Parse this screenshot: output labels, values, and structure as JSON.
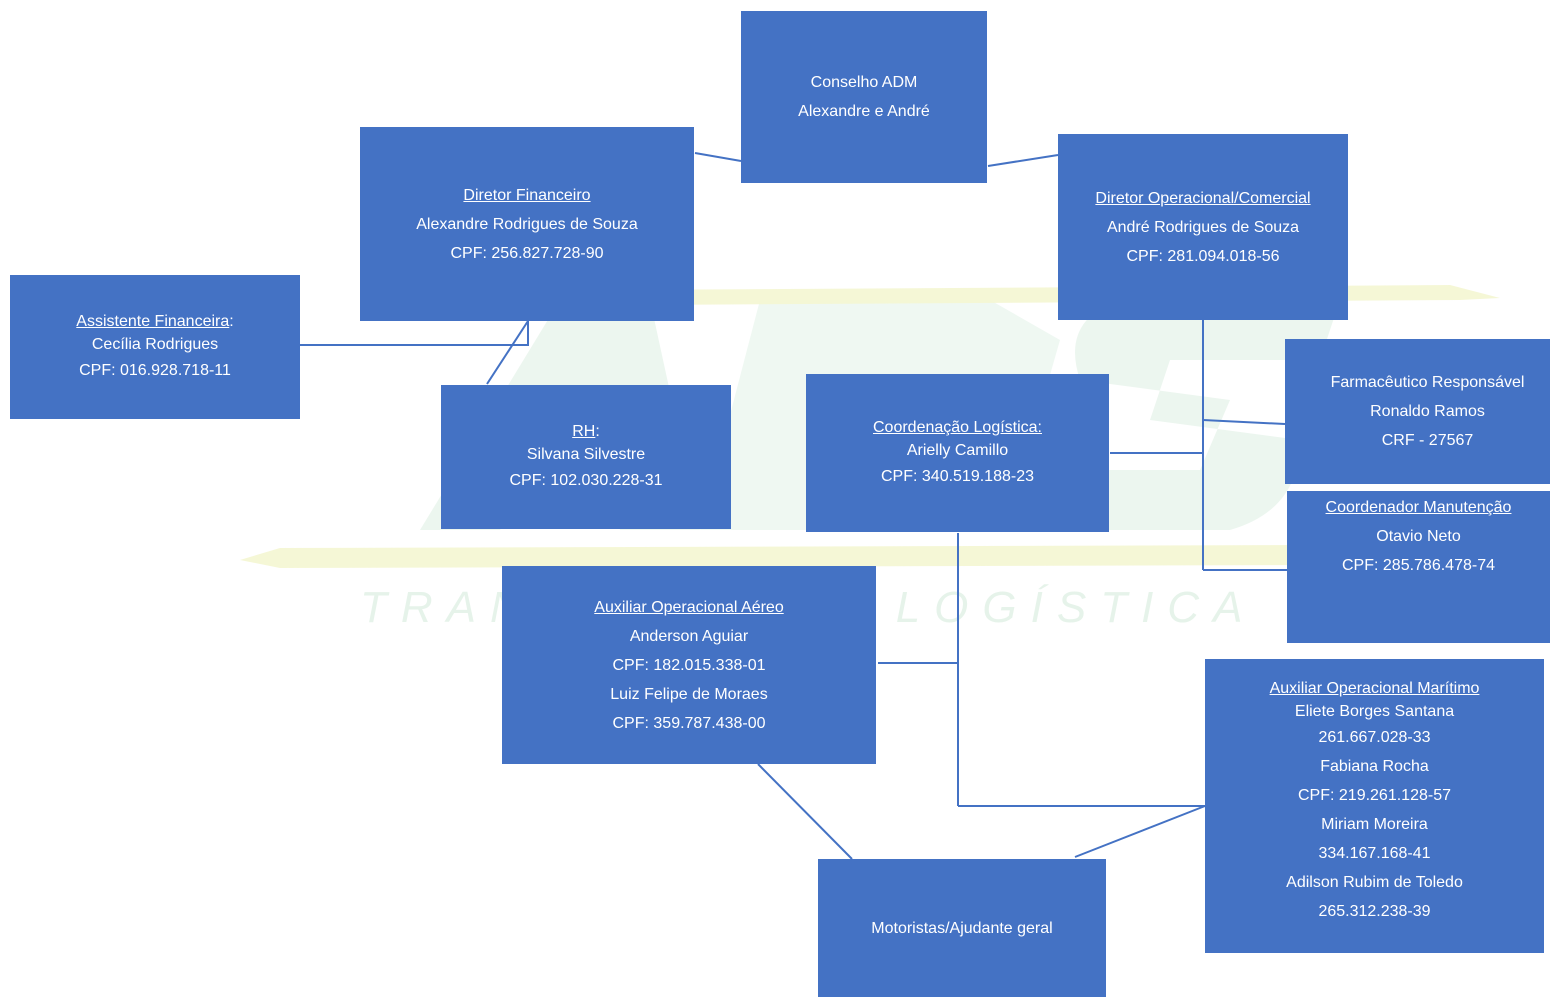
{
  "watermark": {
    "logo": "ABS",
    "tagline": "TRANSPORTE E LOGÍSTICA",
    "colors": {
      "green": "#dcefe2",
      "yellow": "#f4f6d2"
    }
  },
  "colors": {
    "box_fill": "#4472c4",
    "connector": "#4472c4",
    "text": "#ffffff"
  },
  "boxes": {
    "conselho": {
      "line1": "Conselho ADM",
      "line2": "Alexandre e André"
    },
    "diretor_financeiro": {
      "title": "Diretor Financeiro",
      "name": "Alexandre Rodrigues de Souza",
      "cpf": "CPF: 256.827.728-90"
    },
    "diretor_operacional": {
      "title": "Diretor Operacional/Comercial",
      "name": "André Rodrigues de Souza",
      "cpf": "CPF: 281.094.018-56"
    },
    "assistente_financeira": {
      "title": "Assistente Financeira",
      "colon": ":",
      "name": "Cecília Rodrigues",
      "cpf": "CPF: 016.928.718-11"
    },
    "rh": {
      "title": "RH",
      "colon": ":",
      "name": "Silvana Silvestre",
      "cpf": "CPF: 102.030.228-31"
    },
    "coordenacao_logistica": {
      "title": "Coordenação Logística:",
      "name": "Arielly Camillo",
      "cpf": "CPF: 340.519.188-23"
    },
    "farmaceutico": {
      "title": "Farmacêutico Responsável",
      "name": "Ronaldo Ramos",
      "crf": "CRF - 27567"
    },
    "coordenador_manutencao": {
      "title": "Coordenador Manutenção",
      "name": "Otavio Neto",
      "cpf": "CPF: 285.786.478-74"
    },
    "auxiliar_aereo": {
      "title": "Auxiliar Operacional Aéreo",
      "name1": "Anderson Aguiar",
      "cpf1": "CPF: 182.015.338-01",
      "name2": "Luiz Felipe de Moraes",
      "cpf2": "CPF: 359.787.438-00"
    },
    "auxiliar_maritimo": {
      "title": "Auxiliar Operacional Marítimo",
      "name1": "Eliete Borges Santana",
      "id1": "261.667.028-33",
      "name2": "Fabiana Rocha",
      "id2": "CPF: 219.261.128-57",
      "name3": "Miriam Moreira",
      "id3": "334.167.168-41",
      "name4": "Adilson Rubim de Toledo",
      "id4": "265.312.238-39"
    },
    "motoristas": {
      "label": "Motoristas/Ajudante geral"
    }
  }
}
